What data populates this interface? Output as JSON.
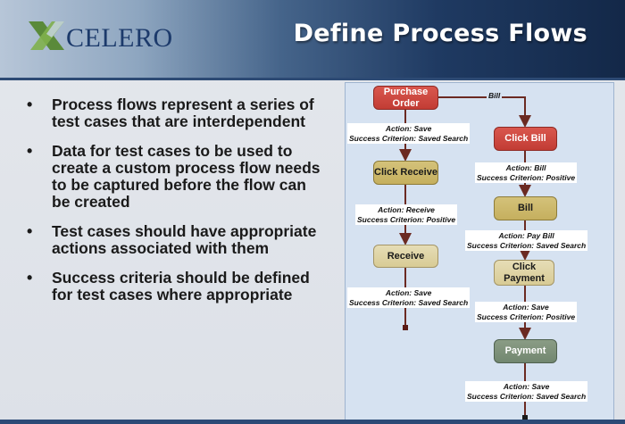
{
  "header": {
    "logo_text": "CELERO",
    "title": "Define Process Flows"
  },
  "bullets": [
    "Process flows represent a series of test cases that are interdependent",
    "Data for test cases to be used to create a custom process flow needs to be captured before the flow can be created",
    "Test cases should have appropriate actions associated with them",
    "Success criteria should be defined for test cases where appropriate"
  ],
  "diagram": {
    "nodes": {
      "purchase_order": "Purchase Order",
      "click_receive": "Click Receive",
      "receive": "Receive",
      "click_bill": "Click Bill",
      "bill": "Bill",
      "click_payment": "Click Payment",
      "payment": "Payment"
    },
    "edge_labels": {
      "bill_branch": "Bill",
      "po_to_click_receive": {
        "action": "Action: Save",
        "criterion": "Success Criterion: Saved Search"
      },
      "click_receive_to_receive": {
        "action": "Action: Receive",
        "criterion": "Success Criterion: Positive"
      },
      "receive_out": {
        "action": "Action: Save",
        "criterion": "Success Criterion: Saved Search"
      },
      "click_bill_to_bill": {
        "action": "Action: Bill",
        "criterion": "Success Criterion: Positive"
      },
      "bill_to_click_payment": {
        "action": "Action: Pay Bill",
        "criterion": "Success Criterion: Saved Search"
      },
      "click_payment_to_payment": {
        "action": "Action: Save",
        "criterion": "Success Criterion: Positive"
      },
      "payment_out": {
        "action": "Action: Save",
        "criterion": "Success Criterion: Saved Search"
      }
    }
  },
  "colors": {
    "header_dark": "#132848",
    "node_red": "#c94740",
    "node_tan": "#cdb96b",
    "node_light_tan": "#dfd3a5",
    "node_green": "#7f917b",
    "connector": "#6b2a22"
  }
}
